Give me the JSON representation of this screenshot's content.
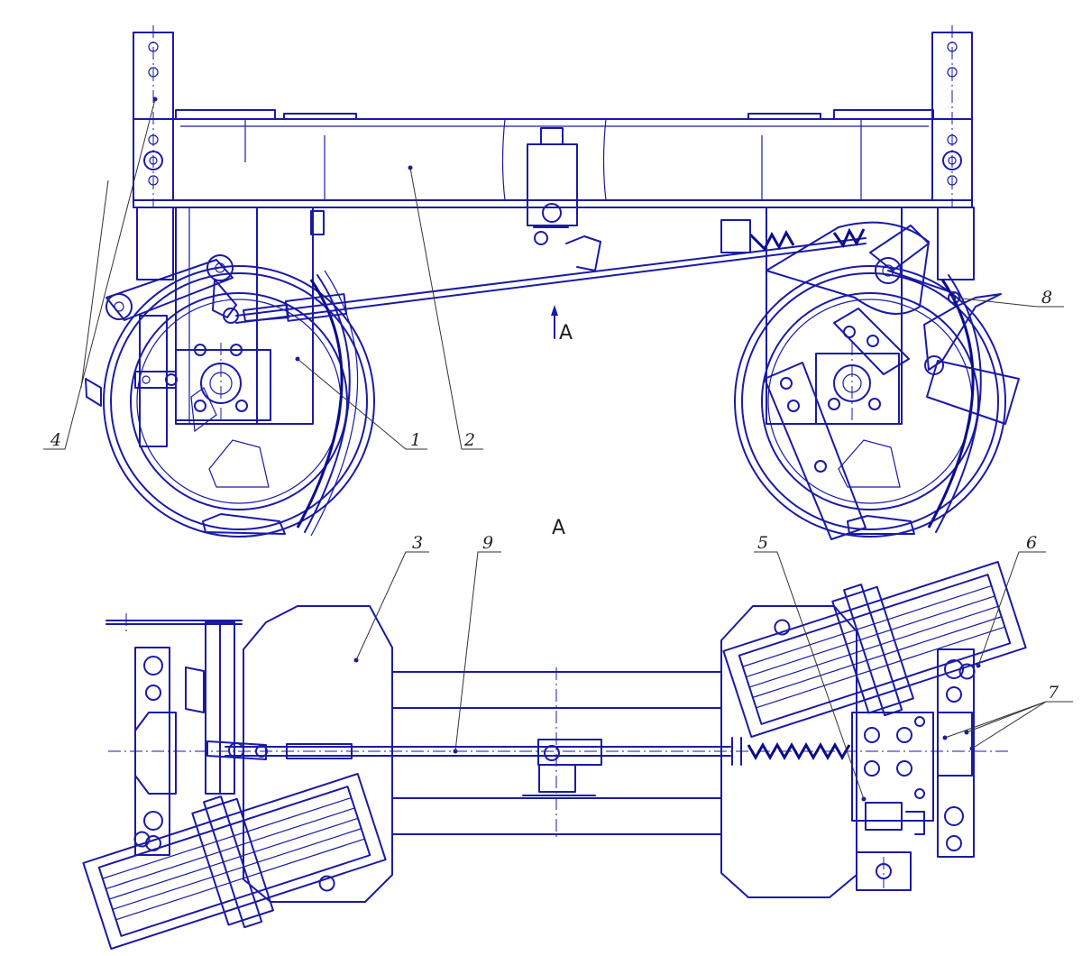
{
  "view_labels": {
    "arrow_letter": "A",
    "section_title": "A"
  },
  "corner_text": "",
  "callouts": [
    {
      "id": "1",
      "text": "1"
    },
    {
      "id": "2",
      "text": "2"
    },
    {
      "id": "3",
      "text": "3"
    },
    {
      "id": "4",
      "text": "4"
    },
    {
      "id": "5",
      "text": "5"
    },
    {
      "id": "6",
      "text": "6"
    },
    {
      "id": "7",
      "text": "7"
    },
    {
      "id": "8",
      "text": "8"
    },
    {
      "id": "9",
      "text": "9"
    }
  ],
  "colors": {
    "line": "#1a1aa6",
    "leader": "#333333",
    "background": "#ffffff"
  }
}
